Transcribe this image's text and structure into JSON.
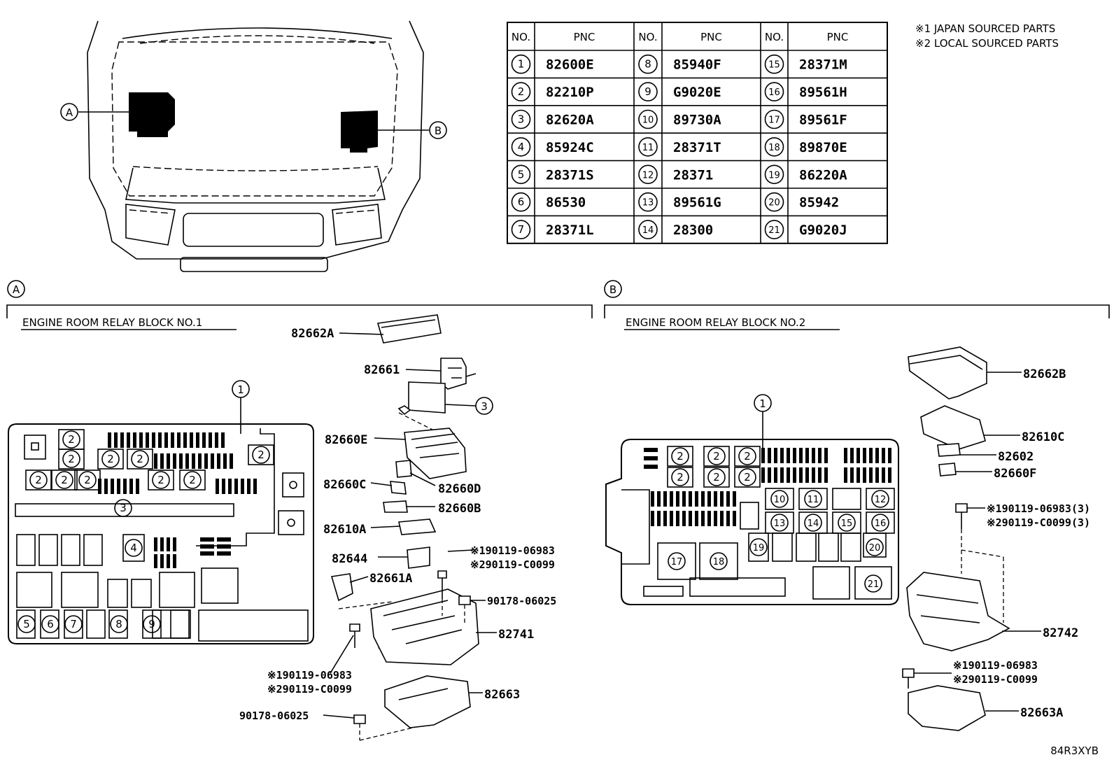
{
  "notes": [
    "※1 JAPAN SOURCED PARTS",
    "※2 LOCAL SOURCED PARTS"
  ],
  "table": {
    "headers": [
      "NO.",
      "PNC",
      "NO.",
      "PNC",
      "NO.",
      "PNC"
    ],
    "rows": [
      [
        {
          "no": "1",
          "pnc": "82600E"
        },
        {
          "no": "8",
          "pnc": "85940F"
        },
        {
          "no": "15",
          "pnc": "28371M"
        }
      ],
      [
        {
          "no": "2",
          "pnc": "82210P"
        },
        {
          "no": "9",
          "pnc": "G9020E"
        },
        {
          "no": "16",
          "pnc": "89561H"
        }
      ],
      [
        {
          "no": "3",
          "pnc": "82620A"
        },
        {
          "no": "10",
          "pnc": "89730A"
        },
        {
          "no": "17",
          "pnc": "89561F"
        }
      ],
      [
        {
          "no": "4",
          "pnc": "85924C"
        },
        {
          "no": "11",
          "pnc": "28371T"
        },
        {
          "no": "18",
          "pnc": "89870E"
        }
      ],
      [
        {
          "no": "5",
          "pnc": "28371S"
        },
        {
          "no": "12",
          "pnc": "28371"
        },
        {
          "no": "19",
          "pnc": "86220A"
        }
      ],
      [
        {
          "no": "6",
          "pnc": "86530"
        },
        {
          "no": "13",
          "pnc": "89561G"
        },
        {
          "no": "20",
          "pnc": "85942"
        }
      ],
      [
        {
          "no": "7",
          "pnc": "28371L"
        },
        {
          "no": "14",
          "pnc": "28300"
        },
        {
          "no": "21",
          "pnc": "G9020J"
        }
      ]
    ]
  },
  "callouts": {
    "a": "A",
    "b": "B"
  },
  "section_a": {
    "title": "ENGINE ROOM RELAY BLOCK NO.1",
    "parts": {
      "p82662A": "82662A",
      "p82661": "82661",
      "p82660E": "82660E",
      "p82660C": "82660C",
      "p82660D": "82660D",
      "p82660B": "82660B",
      "p82610A": "82610A",
      "p82644": "82644",
      "p82661A": "82661A",
      "p82741": "82741",
      "p82663": "82663",
      "bolt1_j": "※190119-06983",
      "bolt1_l": "※290119-C0099",
      "nut1": "90178-06025",
      "bolt2_j": "※190119-06983",
      "bolt2_l": "※290119-C0099",
      "nut2": "90178-06025"
    }
  },
  "section_b": {
    "title": "ENGINE ROOM RELAY BLOCK NO.2",
    "parts": {
      "p82662B": "82662B",
      "p82610C": "82610C",
      "p82602": "82602",
      "p82660F": "82660F",
      "p82742": "82742",
      "p82663A": "82663A",
      "bolt1_j": "※190119-06983(3)",
      "bolt1_l": "※290119-C0099(3)",
      "bolt2_j": "※190119-06983",
      "bolt2_l": "※290119-C0099"
    }
  },
  "diagram_code": "84R3XYB"
}
